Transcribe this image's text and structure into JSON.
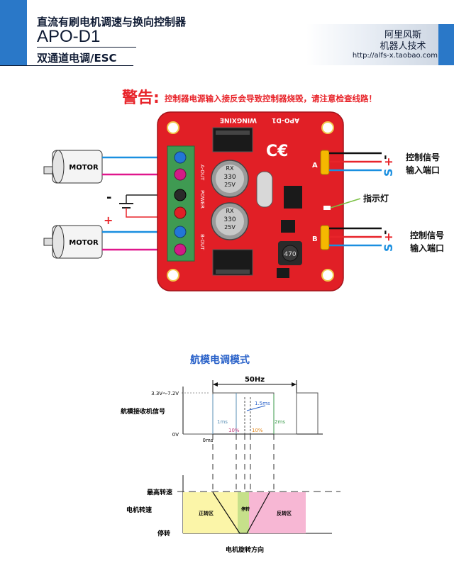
{
  "header": {
    "title_cn": "直流有刷电机调速与换向控制器",
    "model": "APO-D1",
    "subtitle": "双通道电调/ESC"
  },
  "brand": {
    "line1": "阿里风斯",
    "line2": "机器人技术",
    "url": "http://alfs-x.taobao.com"
  },
  "warning": {
    "label": "警告:",
    "text": "控制器电源输入接反会导致控制器烧毁，请注意检查线路！"
  },
  "board": {
    "brand_text": "WINGXINE",
    "model_text": "APO-D1",
    "cap_text": [
      "330",
      "25V"
    ],
    "cap_brand": "RX",
    "inductor_text": "470",
    "terminal_labels": [
      "A-OUT",
      "POWER",
      "B-OUT"
    ],
    "channel_a": "A",
    "channel_b": "B",
    "colors": {
      "board": "#e11f26",
      "terminal": "#3f9a52",
      "header_pins": "#f5b800"
    }
  },
  "diagram_labels": {
    "motor_top": "MOTOR",
    "motor_bottom": "MOTOR",
    "power_minus": "-",
    "power_plus": "+",
    "indicator": "指示灯",
    "signal_top": [
      "控制信号",
      "输入端口"
    ],
    "signal_bottom": [
      "控制信号",
      "输入端口"
    ],
    "pin_s": "S",
    "pin_plus": "+",
    "pin_minus": "-"
  },
  "timing": {
    "title": "航模电调模式",
    "frequency": "50Hz",
    "voltage": "3.3V～7.2V",
    "zero_v": "0V",
    "zero_ms": "0ms",
    "signal_label": "航模接收机信号",
    "pulse_1ms": "1ms",
    "pulse_15ms": "1.5ms",
    "pulse_2ms": "2ms",
    "pct_left": "10%",
    "pct_right": "10%",
    "y_max": "最高转速",
    "y_mid": "电机转速",
    "y_stop": "停转",
    "zone_forward": "正转区",
    "zone_stop": "停转",
    "zone_reverse": "反转区",
    "x_label": "电机旋转方向"
  }
}
